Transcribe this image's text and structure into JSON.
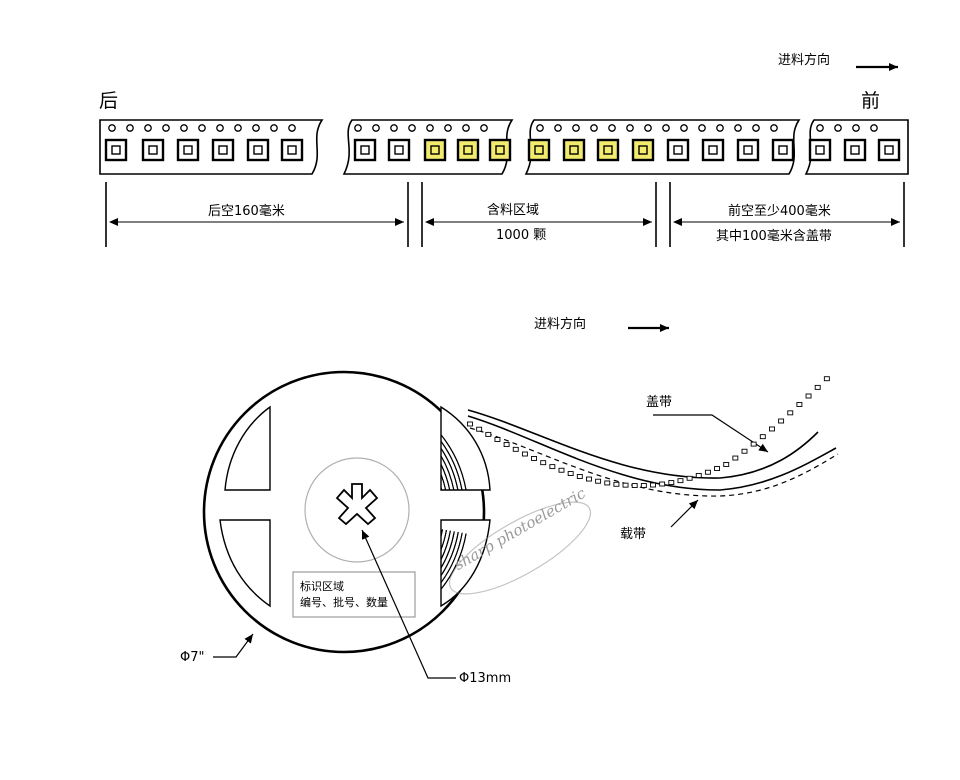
{
  "tape": {
    "feed_direction": "进料方向",
    "rear": "后",
    "front": "前",
    "rear_empty": "后空160毫米",
    "loaded_zone": "含料区域",
    "loaded_count": "1000 颗",
    "front_empty": "前空至少400毫米",
    "front_cover": "其中100毫米含盖带"
  },
  "reel": {
    "feed_direction": "进料方向",
    "cover_tape": "盖带",
    "carrier_tape": "载带",
    "label_title": "标识区域",
    "label_fields": "编号、批号、数量",
    "reel_diameter": "Φ7\"",
    "hub_diameter": "Φ13mm"
  },
  "watermark": {
    "brand": "sharp photoelectric"
  },
  "colors": {
    "line": "#000000",
    "led_fill": "#f2ec6e",
    "hub_circle": "#b0b0b0",
    "label_border": "#888888"
  }
}
